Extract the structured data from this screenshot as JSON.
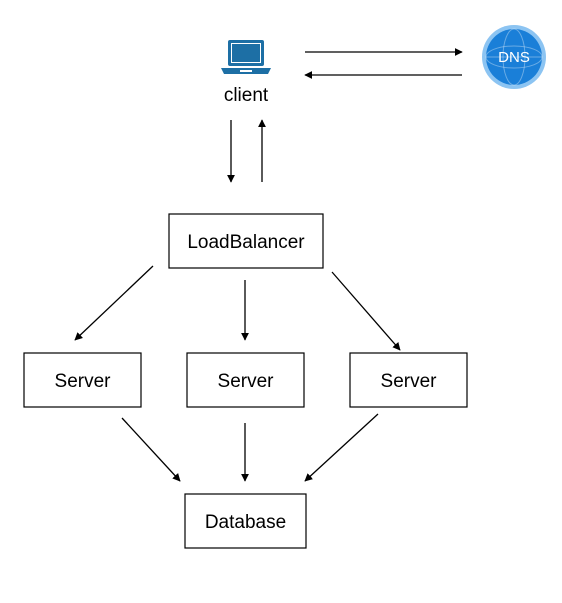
{
  "nodes": {
    "client": {
      "label": "client",
      "icon": "laptop-icon"
    },
    "dns": {
      "label": "DNS",
      "icon": "globe-icon"
    },
    "load_balancer": {
      "label": "LoadBalancer"
    },
    "servers": [
      {
        "label": "Server"
      },
      {
        "label": "Server"
      },
      {
        "label": "Server"
      }
    ],
    "database": {
      "label": "Database"
    }
  },
  "edges": [
    {
      "from": "client",
      "to": "dns"
    },
    {
      "from": "dns",
      "to": "client"
    },
    {
      "from": "client",
      "to": "load_balancer"
    },
    {
      "from": "load_balancer",
      "to": "client"
    },
    {
      "from": "load_balancer",
      "to": "servers.0"
    },
    {
      "from": "load_balancer",
      "to": "servers.1"
    },
    {
      "from": "load_balancer",
      "to": "servers.2"
    },
    {
      "from": "servers.0",
      "to": "database"
    },
    {
      "from": "servers.1",
      "to": "database"
    },
    {
      "from": "servers.2",
      "to": "database"
    }
  ],
  "colors": {
    "client_icon": "#1d6fa5",
    "dns_fill": "#1a7fd8",
    "dns_ring": "#8cc4f2",
    "stroke": "#000000"
  }
}
